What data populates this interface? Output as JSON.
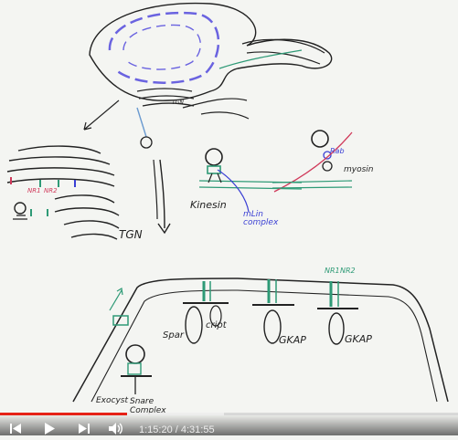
{
  "labels": {
    "tgn_small": "TGN",
    "nr1_left": "NR1",
    "nr2_left": "NR2",
    "tgn": "TGN",
    "rab": "Rab",
    "myosin": "myosin",
    "kinesin": "Kinesin",
    "mlin": "mLin",
    "complex": "complex",
    "nr1_right": "NR1",
    "nr2_right": "NR2",
    "spar": "Spar",
    "cript": "cript",
    "gkap_1": "GKAP",
    "gkap_2": "GKAP",
    "exocyst": "Exocyst",
    "snare": "Snare",
    "complex_snare": "Complex"
  },
  "player": {
    "current_time": "1:15:20",
    "duration": "4:31:55",
    "time_separator": " / ",
    "progress_fraction": 0.277,
    "buffered_fraction": 0.49,
    "icons": {
      "prev": "skip-previous-icon",
      "play": "play-icon",
      "next": "skip-next-icon",
      "volume": "volume-icon"
    },
    "accent_color": "#e62117"
  },
  "colors": {
    "ink": "#222222",
    "er_blue": "#6a63e0",
    "green": "#2e9a76",
    "red": "#d0395a",
    "blue_ink": "#3a3fd4"
  }
}
